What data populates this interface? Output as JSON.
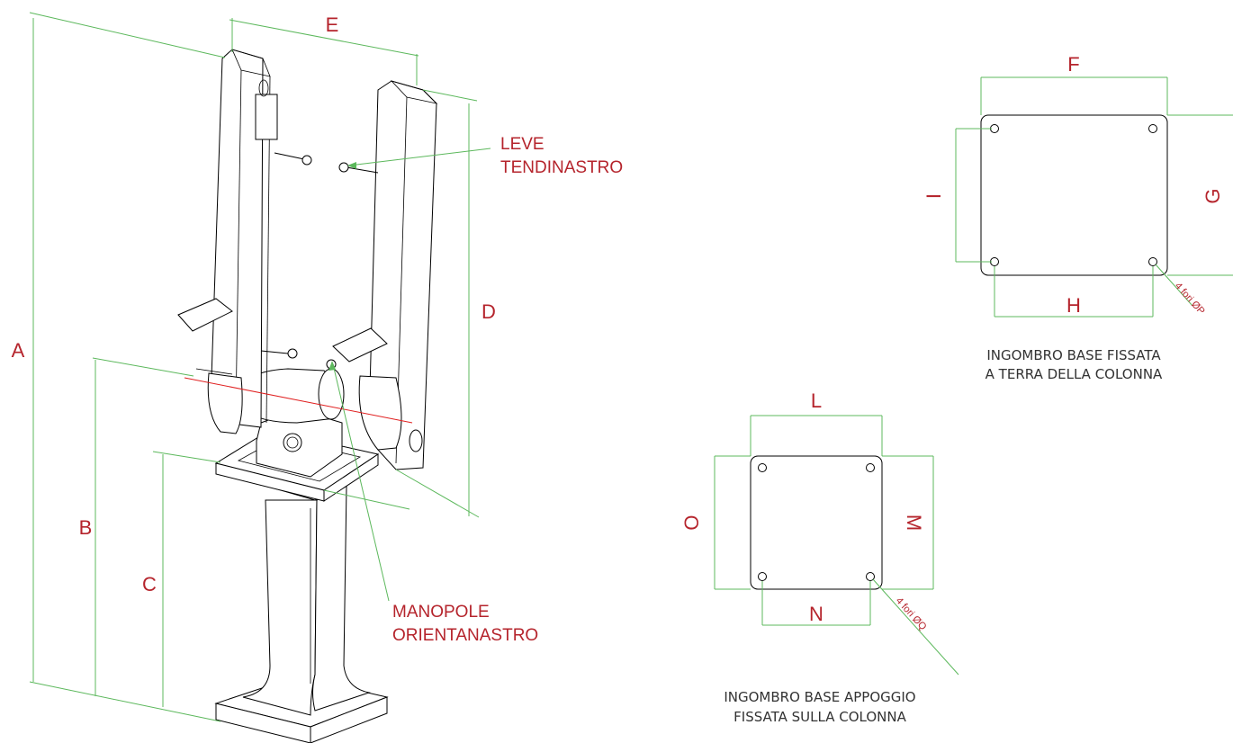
{
  "dimension_labels": {
    "A": "A",
    "B": "B",
    "C": "C",
    "D": "D",
    "E": "E",
    "F": "F",
    "G": "G",
    "H": "H",
    "I": "I",
    "L": "L",
    "M": "M",
    "N": "N",
    "O": "O"
  },
  "callouts": {
    "leve_line1": "LEVE",
    "leve_line2": "TENDINASTRO",
    "manopole_line1": "MANOPOLE",
    "manopole_line2": "ORIENTANASTRO"
  },
  "floor_base": {
    "holes_label": "4 fori ØP",
    "caption_line1": "INGOMBRO BASE FISSATA",
    "caption_line2": "A TERRA DELLA COLONNA"
  },
  "support_base": {
    "holes_label": "4 fori  ØQ",
    "caption_line1": "INGOMBRO BASE APPOGGIO",
    "caption_line2": "FISSATA SULLA COLONNA"
  },
  "colors": {
    "dimension_lines": "#5cb85c",
    "labels": "#b5242c",
    "centerline": "#e02020",
    "outline": "#000000"
  }
}
